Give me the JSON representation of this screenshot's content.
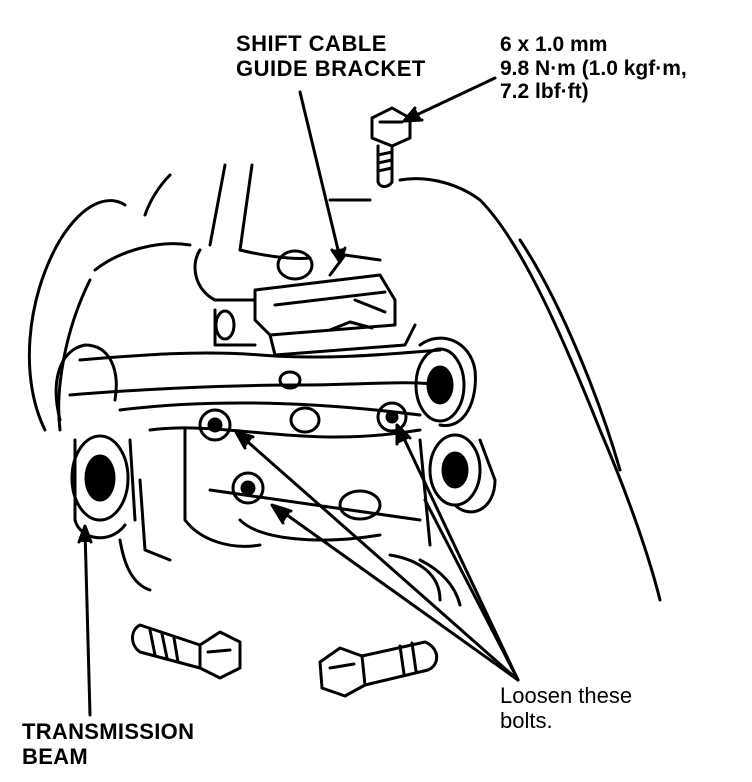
{
  "labels": {
    "bracket": {
      "line1": "SHIFT CABLE",
      "line2": "GUIDE BRACKET"
    },
    "torque_spec": {
      "line1": "6 x 1.0 mm",
      "line2": "9.8 N·m (1.0 kgf·m,",
      "line3": "7.2 lbf·ft)"
    },
    "loosen": {
      "line1": "Loosen these",
      "line2": "bolts."
    },
    "beam": {
      "line1": "TRANSMISSION",
      "line2": "BEAM"
    }
  },
  "colors": {
    "ink": "#000000",
    "paper": "#ffffff"
  }
}
